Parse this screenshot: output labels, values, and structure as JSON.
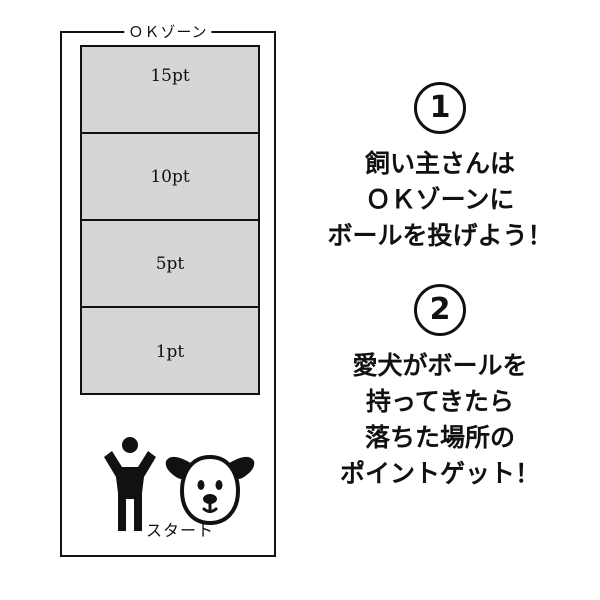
{
  "field": {
    "zone_title": "ＯＫゾーン",
    "zones": [
      {
        "label": "15pt"
      },
      {
        "label": "10pt"
      },
      {
        "label": "5pt"
      },
      {
        "label": "1pt"
      }
    ],
    "start_label": "スタート"
  },
  "steps": [
    {
      "number": "1",
      "lines": [
        "飼い主さんは",
        "ＯＫゾーンに",
        "ボールを投げよう！"
      ]
    },
    {
      "number": "2",
      "lines": [
        "愛犬がボールを",
        "持ってきたら",
        "落ちた場所の",
        "ポイントゲット！"
      ]
    }
  ]
}
